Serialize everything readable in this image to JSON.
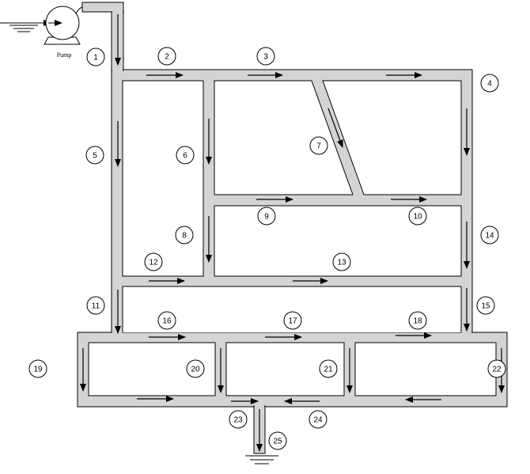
{
  "pump_label": "Pump",
  "pipe_labels": [
    "1",
    "2",
    "3",
    "4",
    "5",
    "6",
    "7",
    "8",
    "9",
    "10",
    "11",
    "12",
    "13",
    "14",
    "15",
    "16",
    "17",
    "18",
    "19",
    "20",
    "21",
    "22",
    "23",
    "24",
    "25"
  ],
  "colors": {
    "pipe_fill": "#d4d4d4",
    "stroke": "#000000",
    "background": "#ffffff"
  }
}
